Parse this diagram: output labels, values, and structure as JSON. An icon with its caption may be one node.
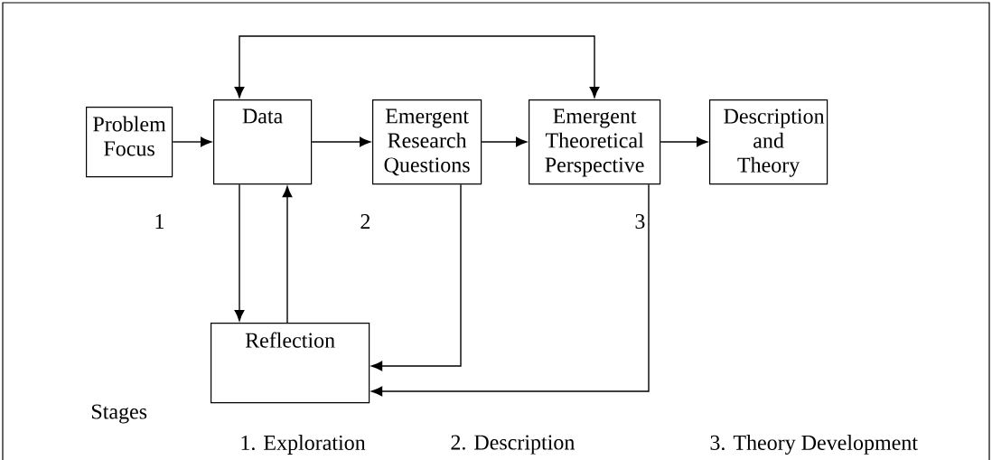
{
  "diagram": {
    "nodes": [
      {
        "text": [
          "Problem Focus"
        ]
      },
      {
        "text": [
          "Data"
        ]
      },
      {
        "text": [
          "Emergent Research Questions"
        ]
      },
      {
        "text": [
          "Emergent Theoretical Perspective"
        ]
      },
      {
        "text": [
          "Description and Theory"
        ]
      },
      {
        "text": [
          "Reflection"
        ]
      }
    ],
    "edges": [
      {
        "from": 0,
        "to": 1,
        "arrow": "to"
      },
      {
        "from": 1,
        "to": 2,
        "arrow": "to"
      },
      {
        "from": 2,
        "to": 3,
        "arrow": "to"
      },
      {
        "from": 3,
        "to": 4,
        "arrow": "to"
      },
      {
        "from": 3,
        "to": 1,
        "arrow": "both"
      },
      {
        "from": 1,
        "to": 5,
        "arrow": "to"
      },
      {
        "from": 5,
        "to": 1,
        "arrow": "to"
      },
      {
        "from": 2,
        "to": 5,
        "arrow": "to"
      },
      {
        "from": 3,
        "to": 5,
        "arrow": "to"
      }
    ],
    "labels": [
      "1",
      "2",
      "3",
      "Stages",
      "1. Exploration",
      "2. Description",
      "3. Theory Development"
    ]
  }
}
